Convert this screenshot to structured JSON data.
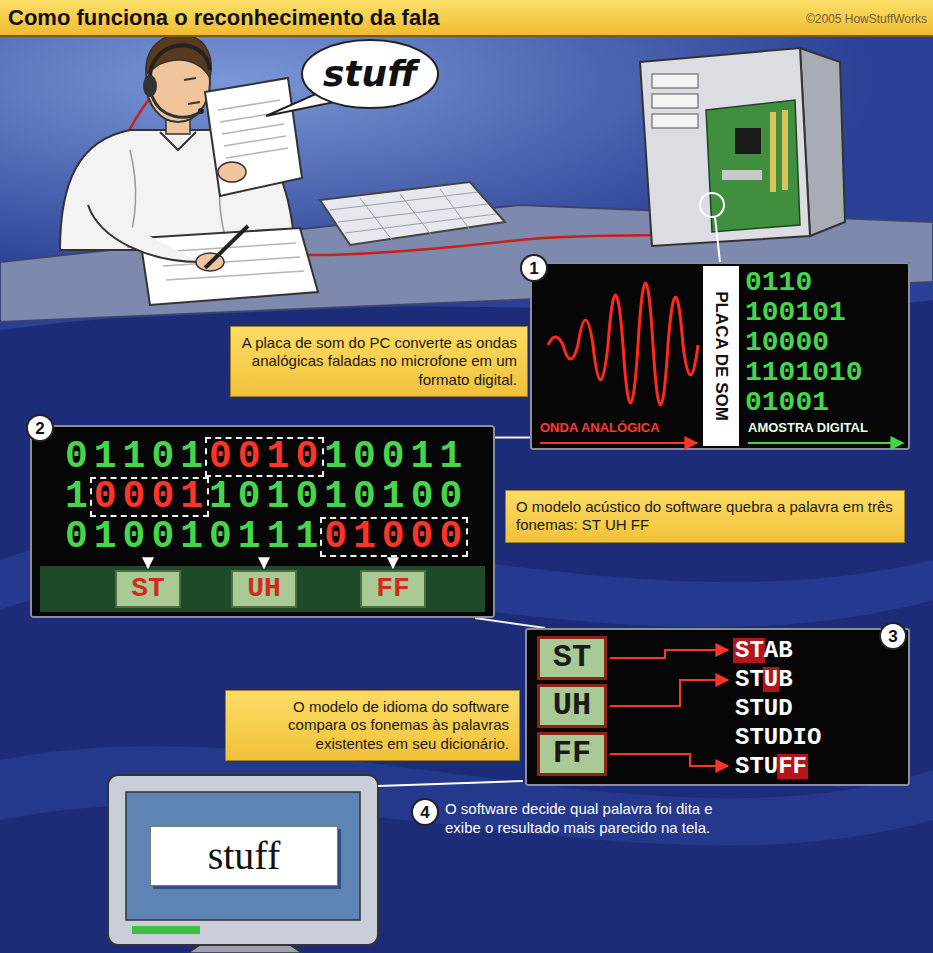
{
  "diagram": {
    "title": "Como funciona o reconhecimento da fala",
    "nodes": [
      {
        "text": [
          "stuff"
        ]
      },
      {
        "text": [
          "0110",
          "100101",
          "10000",
          "1101010",
          "01001",
          "ONDA ANALÓGICA",
          "AMOSTRA DIGITAL"
        ]
      },
      {
        "text": [
          "PLACA DE SOM"
        ],
        "in": 1
      },
      {
        "text": [
          "A placa de som do PC converte as ondas analógicas faladas no microfone em um formato digital."
        ]
      },
      {
        "text": [
          "01101",
          "0010",
          "10011",
          "1",
          "0001",
          "101010100",
          "010010111",
          "01000"
        ]
      },
      {
        "text": [
          "ST"
        ],
        "in": 4
      },
      {
        "text": [
          "UH"
        ],
        "in": 4
      },
      {
        "text": [
          "FF"
        ],
        "in": 4
      },
      {
        "text": [
          "O modelo acústico do software quebra a palavra em três fonemas: ST UH FF"
        ]
      },
      {
        "text": [
          "STAB",
          "STUB",
          "STUD",
          "STUDIO",
          "STUFF"
        ]
      },
      {
        "text": [
          "ST"
        ],
        "in": 9
      },
      {
        "text": [
          "UH"
        ],
        "in": 9
      },
      {
        "text": [
          "FF"
        ],
        "in": 9
      },
      {
        "text": [
          "O modelo de idioma do software compara os fonemas às palavras existentes em seu dicionário."
        ]
      },
      {
        "text": [
          "stuff"
        ]
      }
    ],
    "edges": [
      {
        "from": 1,
        "to": 4,
        "arrow": "none"
      },
      {
        "from": 4,
        "to": 9,
        "arrow": "none"
      }
    ],
    "labels": [
      "©2005 HowStuffWorks",
      "1",
      "2",
      "3",
      "4",
      "O software decide qual palavra foi dita e exibe o resultado mais parecido na tela."
    ]
  }
}
